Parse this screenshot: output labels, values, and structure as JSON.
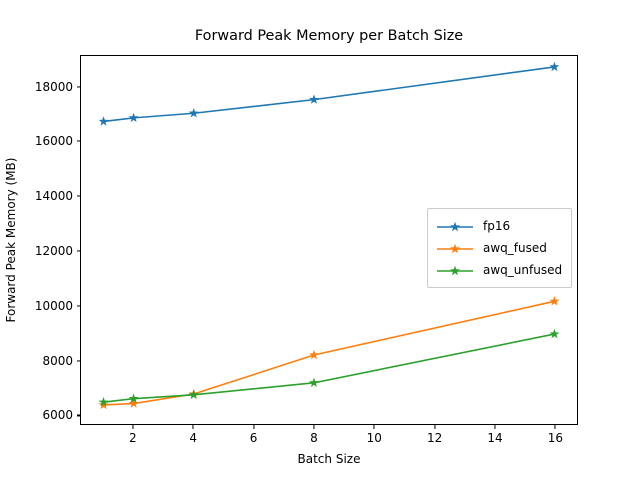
{
  "chart_data": {
    "type": "line",
    "title": "Forward Peak Memory per Batch Size",
    "xlabel": "Batch Size",
    "ylabel": "Forward Peak Memory (MB)",
    "x": [
      1,
      2,
      4,
      8,
      16
    ],
    "xlim": [
      0.25,
      16.75
    ],
    "ylim": [
      5650,
      19150
    ],
    "xticks": [
      2,
      4,
      6,
      8,
      10,
      12,
      14,
      16
    ],
    "xticklabels": [
      "2",
      "4",
      "6",
      "8",
      "10",
      "12",
      "14",
      "16"
    ],
    "yticks": [
      6000,
      8000,
      10000,
      12000,
      14000,
      16000,
      18000
    ],
    "yticklabels": [
      "6000",
      "8000",
      "10000",
      "12000",
      "14000",
      "16000",
      "18000"
    ],
    "grid": false,
    "legend_position": "center right",
    "marker": "star",
    "series": [
      {
        "name": "fp16",
        "color": "#1f77b4",
        "values": [
          16750,
          16880,
          17050,
          17550,
          18750
        ]
      },
      {
        "name": "awq_fused",
        "color": "#ff7f0e",
        "values": [
          6350,
          6400,
          6750,
          8180,
          10150
        ]
      },
      {
        "name": "awq_unfused",
        "color": "#2ca02c",
        "values": [
          6450,
          6580,
          6720,
          7160,
          8950
        ]
      }
    ]
  }
}
